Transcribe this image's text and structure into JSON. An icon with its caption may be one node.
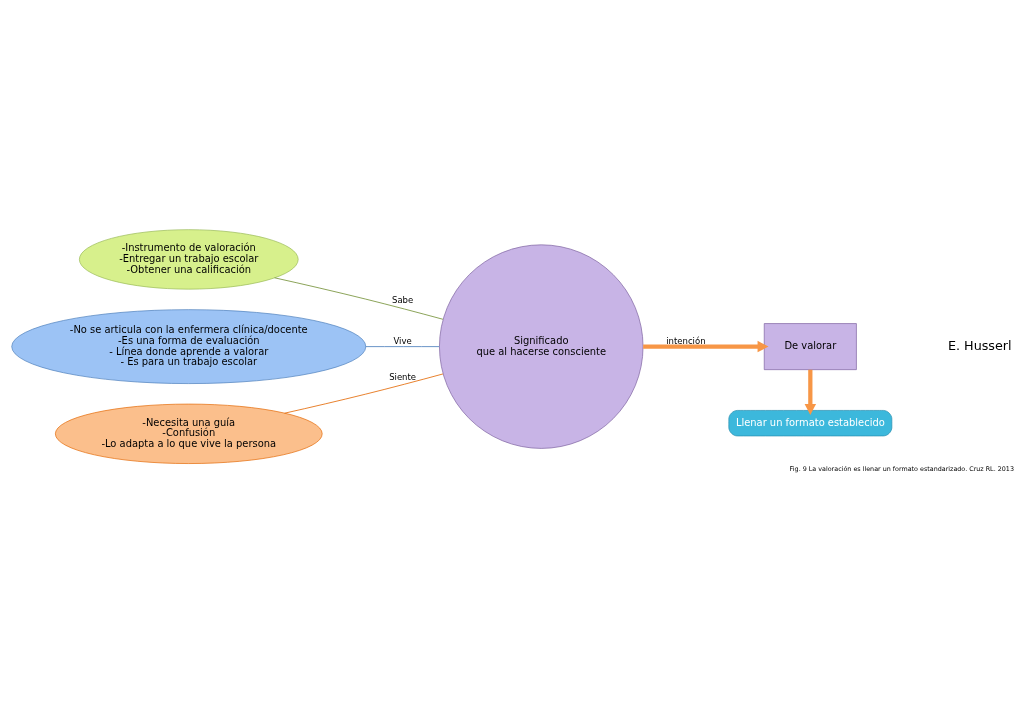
{
  "diagram": {
    "caption": "Fig. 9 La valoración es llenar un formato estandarizado. Cruz RL. 2013",
    "nodes": [
      {
        "text": [
          "-Instrumento de valoración",
          "-Entregar un trabajo escolar",
          "-Obtener una calificación"
        ]
      },
      {
        "text": [
          "Significado",
          "que al hacerse consciente"
        ]
      },
      {
        "text": [
          "-No se articula con la enfermera clínica/docente",
          "-Es una forma de evaluación",
          "- Línea donde aprende a valorar",
          "- Es para un trabajo escolar"
        ]
      },
      {
        "text": [
          "-Necesita una guía",
          "-Confusión",
          "-Lo adapta a lo que vive la persona"
        ]
      },
      {
        "text": [
          "De valorar"
        ]
      },
      {
        "text": [
          "Llenar un formato establecido"
        ]
      }
    ],
    "edges": [
      {
        "from": 0,
        "to": 1,
        "arrow": "none",
        "label": "Sabe",
        "color": "#77933c"
      },
      {
        "from": 2,
        "to": 1,
        "arrow": "none",
        "label": "Vive",
        "color": "#4f81bd"
      },
      {
        "from": 3,
        "to": 1,
        "arrow": "none",
        "label": "Siente",
        "color": "#e46c0a"
      },
      {
        "from": 1,
        "to": 4,
        "arrow": "to",
        "label": "intención",
        "style": "thick",
        "color": "#f79646"
      },
      {
        "from": 4,
        "to": 5,
        "arrow": "to",
        "style": "thick",
        "color": "#f79646"
      }
    ],
    "labels": [
      "E. Husserl"
    ]
  }
}
